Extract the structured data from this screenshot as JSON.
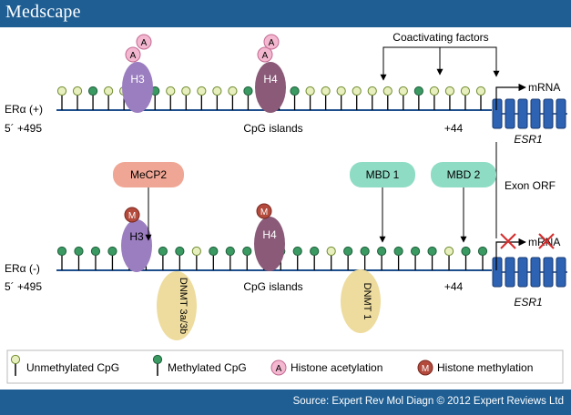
{
  "header": {
    "logo": "Medscape"
  },
  "footer": {
    "source": "Source: Expert Rev Mol Diagn © 2012 Expert Reviews Ltd"
  },
  "top_panel": {
    "status_label": "ERα (+)",
    "left_end": "5´  +495",
    "mid_label": "CpG islands",
    "right_end": "+44",
    "coactivating_label": "Coactivating factors",
    "mrna_label": "mRNA",
    "gene_label": "ESR1",
    "histone_h3": "H3",
    "histone_h4": "H4",
    "acetylation_mark": "A",
    "cpg_states": [
      "u",
      "u",
      "m",
      "u",
      "u",
      "u",
      "m",
      "u",
      "u",
      "u",
      "u",
      "u",
      "m",
      "u",
      "u",
      "m",
      "u",
      "u",
      "u",
      "u",
      "u",
      "u",
      "u",
      "m",
      "u",
      "u",
      "u",
      "u"
    ]
  },
  "middle": {
    "exon_orf_label": "Exon ORF"
  },
  "bottom_panel": {
    "status_label": "ERα (-)",
    "left_end": "5´  +495",
    "mid_label": "CpG islands",
    "right_end": "+44",
    "mrna_label": "mRNA",
    "gene_label": "ESR1",
    "histone_h3": "H3",
    "histone_h4": "H4",
    "methylation_mark": "M",
    "mecp2_label": "MeCP2",
    "mbd1_label": "MBD 1",
    "mbd2_label": "MBD 2",
    "dnmt3_label": "DNMT 3a/3b",
    "dnmt1_label": "DNMT 1",
    "cpg_states": [
      "m",
      "m",
      "m",
      "m",
      "m",
      "m",
      "m",
      "m",
      "u",
      "m",
      "m",
      "m",
      "m",
      "m",
      "m",
      "m",
      "u",
      "m",
      "m",
      "m",
      "m",
      "m",
      "m",
      "u",
      "m",
      "m"
    ]
  },
  "legend": {
    "unmethylated_label": "Unmethylated CpG",
    "methylated_label": "Methylated CpG",
    "acetylation_label": "Histone acetylation",
    "methylation_label": "Histone methylation",
    "acetylation_symbol": "A",
    "methylation_symbol": "M"
  },
  "colors": {
    "brand_blue": "#1e5e93",
    "dna_line": "#1e4f8c",
    "unmethylated_fill": "#e8efbe",
    "methylated_fill": "#3a9a62",
    "h3_purple": "#9b7ec0",
    "h4_mauve": "#8a5a78",
    "acetyl_pink": "#f3b7cf",
    "methyl_mark": "#b34a3c",
    "mecp2_salmon": "#f0a694",
    "mbd_teal": "#8fdcc5",
    "dnmt_tan": "#eedc9e",
    "esr1_blue": "#2e62b3"
  }
}
